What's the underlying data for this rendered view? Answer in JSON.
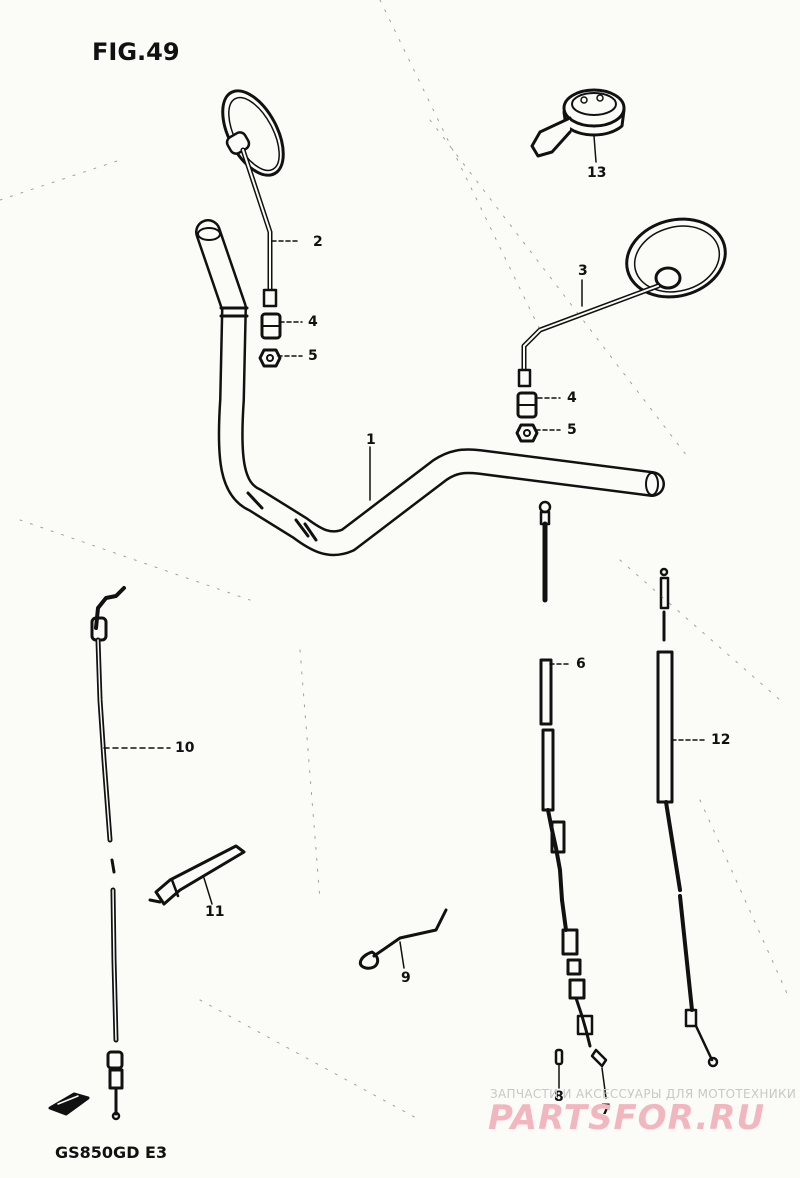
{
  "figure": {
    "title": "FIG.49",
    "model_code": "GS850GD  E3"
  },
  "callouts": [
    {
      "id": "c1",
      "label": "1"
    },
    {
      "id": "c2",
      "label": "2"
    },
    {
      "id": "c3",
      "label": "3"
    },
    {
      "id": "c4a",
      "label": "4"
    },
    {
      "id": "c4b",
      "label": "4"
    },
    {
      "id": "c5a",
      "label": "5"
    },
    {
      "id": "c5b",
      "label": "5"
    },
    {
      "id": "c6",
      "label": "6"
    },
    {
      "id": "c7",
      "label": "7"
    },
    {
      "id": "c8",
      "label": "8"
    },
    {
      "id": "c9",
      "label": "9"
    },
    {
      "id": "c10",
      "label": "10"
    },
    {
      "id": "c11",
      "label": "11"
    },
    {
      "id": "c12",
      "label": "12"
    },
    {
      "id": "c13",
      "label": "13"
    }
  ],
  "watermark": {
    "caption": "ЗАПЧАСТИ И АКСЕССУАРЫ ДЛЯ МОТОТЕХНИКИ",
    "logo": "PARTSFOR.RU"
  },
  "colors": {
    "ink": "#111111",
    "paper": "#fbfbf8",
    "watermark_logo": "#f2b7be",
    "watermark_caption": "#c8c8c8"
  }
}
